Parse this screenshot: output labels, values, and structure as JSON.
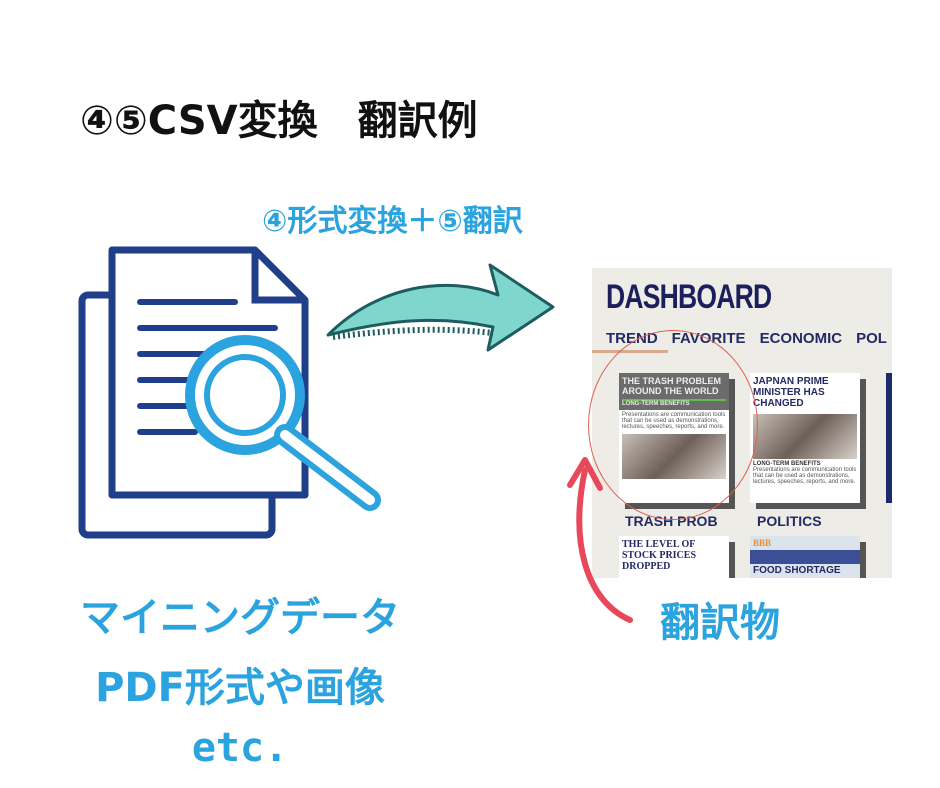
{
  "title": "④⑤CSV変換　翻訳例",
  "step_label": "④形式変換＋⑤翻訳",
  "source": {
    "line1": "マイニングデータ",
    "line2": "PDF形式や画像",
    "line3": "etc."
  },
  "result_label": "翻訳物",
  "dashboard": {
    "heading": "DASHBOARD",
    "tabs": [
      "TREND",
      "FAVORITE",
      "ECONOMIC",
      "POL"
    ],
    "card1": {
      "title": "THE TRASH PROBLEM AROUND THE WORLD",
      "sub": "LONG-TERM BENEFITS",
      "body": "Presentations are communication tools that can be used as demonstrations, lectures, speeches, reports, and more."
    },
    "card2": {
      "title": "JAPNAN PRIME MINISTER HAS CHANGED",
      "sub": "LONG-TERM BENEFITS",
      "body": "Presentations are communication tools that can be used as demonstrations, lectures, speeches, reports, and more."
    },
    "sections": [
      "TRASH PROB",
      "POLITICS"
    ],
    "card3": {
      "title": "THE LEVEL OF STOCK PRICES DROPPED"
    },
    "card4": {
      "brand": "BBB",
      "title": "FOOD SHORTAGE"
    }
  },
  "colors": {
    "accent": "#2aa3de",
    "navy": "#1f3f8a",
    "arrow": "#7fd6cc",
    "red_arrow": "#e8495a"
  }
}
